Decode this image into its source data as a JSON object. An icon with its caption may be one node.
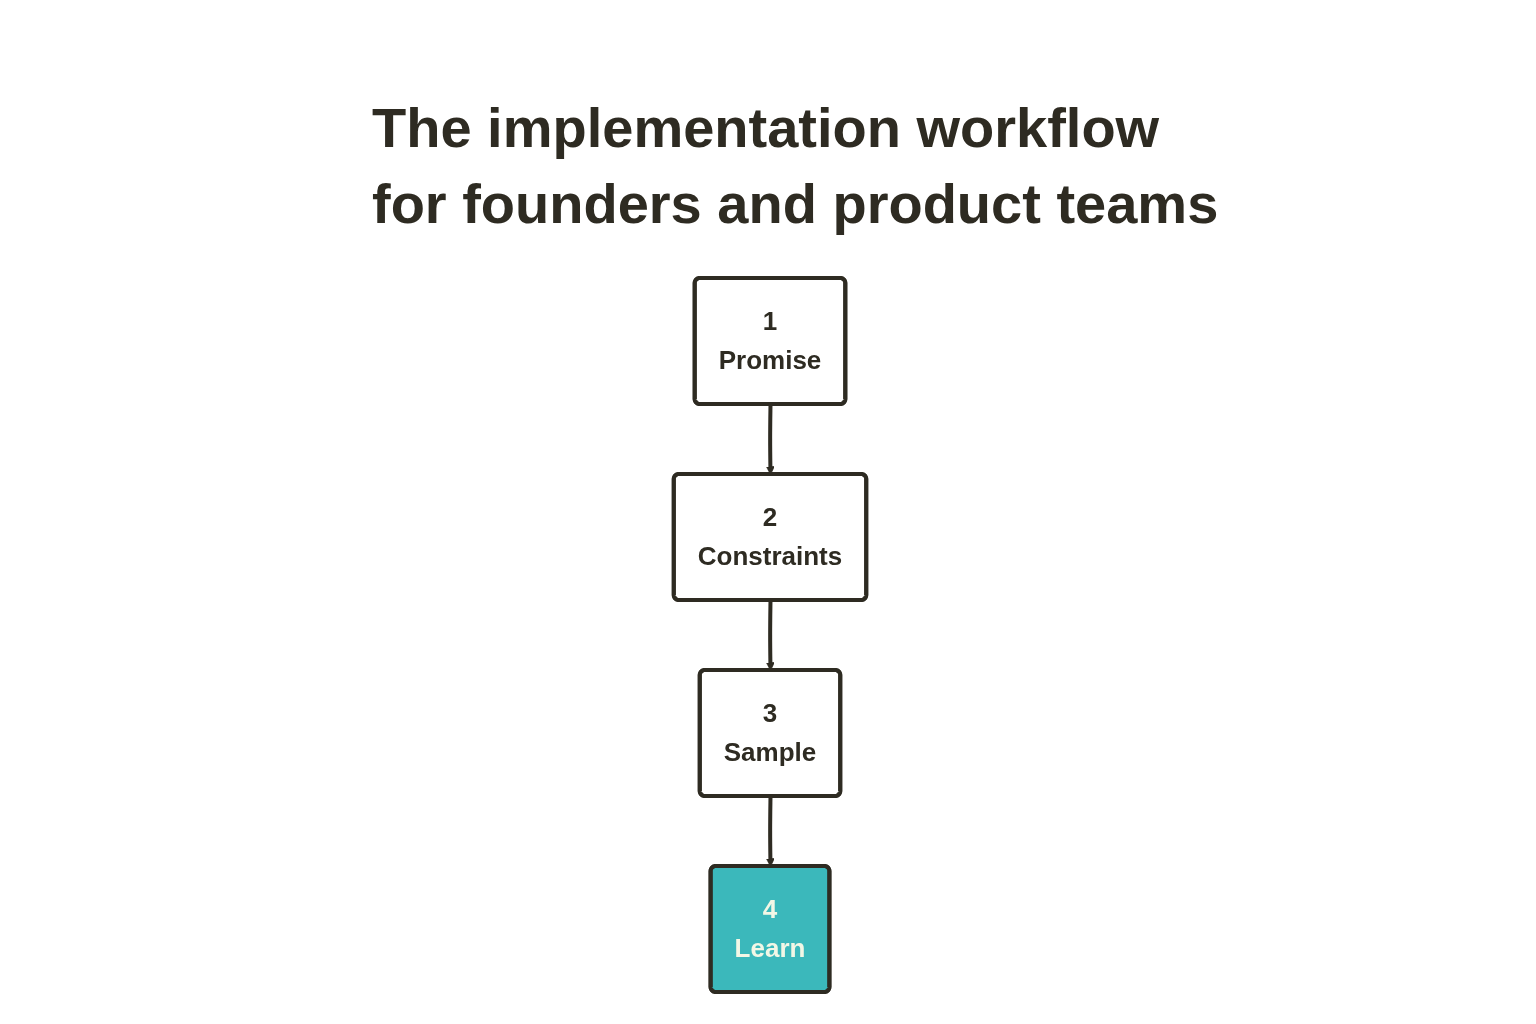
{
  "diagram": {
    "title": "The implementation workflow for founders and product teams",
    "nodes": [
      {
        "text": [
          "1",
          "Promise"
        ]
      },
      {
        "text": [
          "2",
          "Constraints"
        ]
      },
      {
        "text": [
          "3",
          "Sample"
        ]
      },
      {
        "text": [
          "4",
          "Learn"
        ]
      }
    ],
    "edges": [
      {
        "from": 0,
        "to": 1,
        "arrow": "to"
      },
      {
        "from": 1,
        "to": 2,
        "arrow": "to"
      },
      {
        "from": 2,
        "to": 3,
        "arrow": "to"
      }
    ]
  }
}
